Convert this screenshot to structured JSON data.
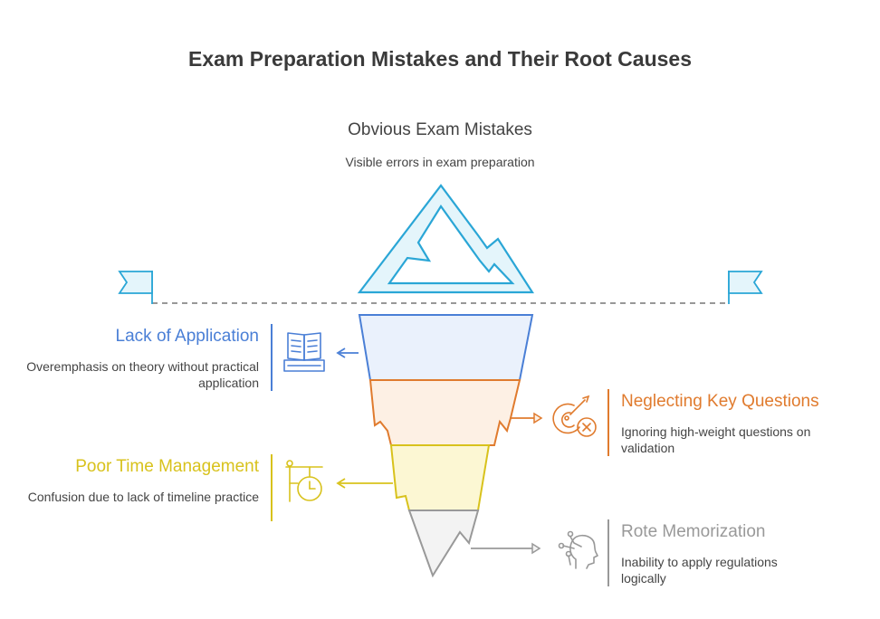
{
  "title": "Exam Preparation Mistakes and Their Root Causes",
  "surface": {
    "heading": "Obvious Exam Mistakes",
    "description": "Visible errors in exam preparation"
  },
  "causes": [
    {
      "heading": "Lack of Application",
      "description": "Overemphasis on theory without practical application",
      "color": "#4a7fd6",
      "fill": "#eaf1fc",
      "icon": "open-book-icon",
      "side": "left"
    },
    {
      "heading": "Neglecting Key Questions",
      "description": "Ignoring high-weight questions on validation",
      "color": "#e07b2e",
      "fill": "#fdf0e4",
      "icon": "missed-target-icon",
      "side": "right"
    },
    {
      "heading": "Poor Time Management",
      "description": "Confusion due to lack of timeline practice",
      "color": "#d8c21c",
      "fill": "#fcf7d3",
      "icon": "clock-icon",
      "side": "left"
    },
    {
      "heading": "Rote Memorization",
      "description": "Inability to apply regulations logically",
      "color": "#999999",
      "fill": "#f3f3f3",
      "icon": "head-memory-icon",
      "side": "right"
    }
  ],
  "colors": {
    "iceberg_tip": "#2aa6d6",
    "iceberg_fill": "#e4f5fb",
    "waterline": "#777777",
    "text": "#444444"
  }
}
